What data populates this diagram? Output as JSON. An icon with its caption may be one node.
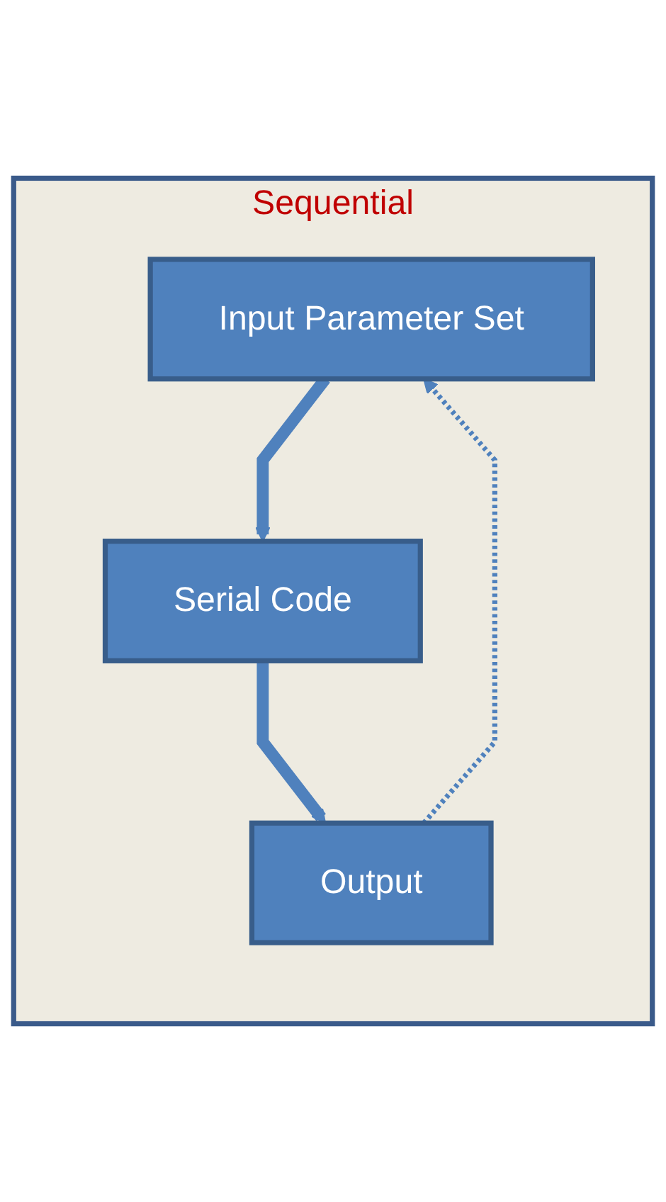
{
  "diagram": {
    "nodes": [
      {
        "text": [
          "Sequential"
        ]
      },
      {
        "text": [
          "Input Parameter Set"
        ],
        "in": 0
      },
      {
        "text": [
          "Serial Code"
        ],
        "in": 0
      },
      {
        "text": [
          "Output"
        ],
        "in": 0
      }
    ],
    "edges": [
      {
        "from": 1,
        "to": 2,
        "arrow": "to"
      },
      {
        "from": 2,
        "to": 3,
        "arrow": "to"
      },
      {
        "from": 3,
        "to": 1,
        "arrow": "to",
        "style": "dashed"
      }
    ]
  }
}
